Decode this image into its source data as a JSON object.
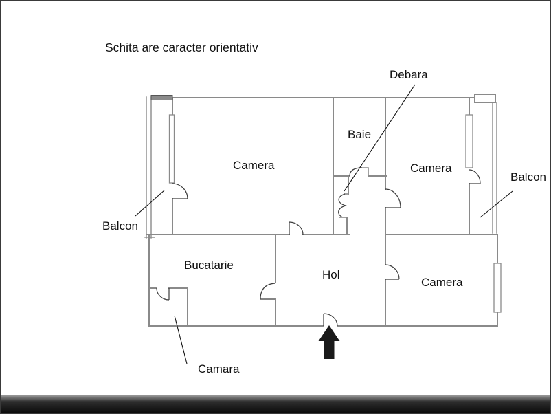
{
  "title": {
    "disclaimer": "Schita are caracter orientativ"
  },
  "floorplan": {
    "rooms": {
      "camera_left": "Camera",
      "camera_right": "Camera",
      "camera_bottom": "Camera",
      "baie": "Baie",
      "bucatarie": "Bucatarie",
      "hol": "Hol"
    },
    "callouts": {
      "debara": "Debara",
      "balcon_left": "Balcon",
      "balcon_right": "Balcon",
      "camara": "Camara"
    },
    "entrance_icon": "entrance-arrow-icon",
    "colors": {
      "wall": "#8a8a8a",
      "door": "#3c3c3c",
      "text": "#111111",
      "arrow": "#1a1a1a",
      "bottom_bar": "#0a0a0a",
      "bottom_bar_top": "#9a9a9a"
    }
  }
}
